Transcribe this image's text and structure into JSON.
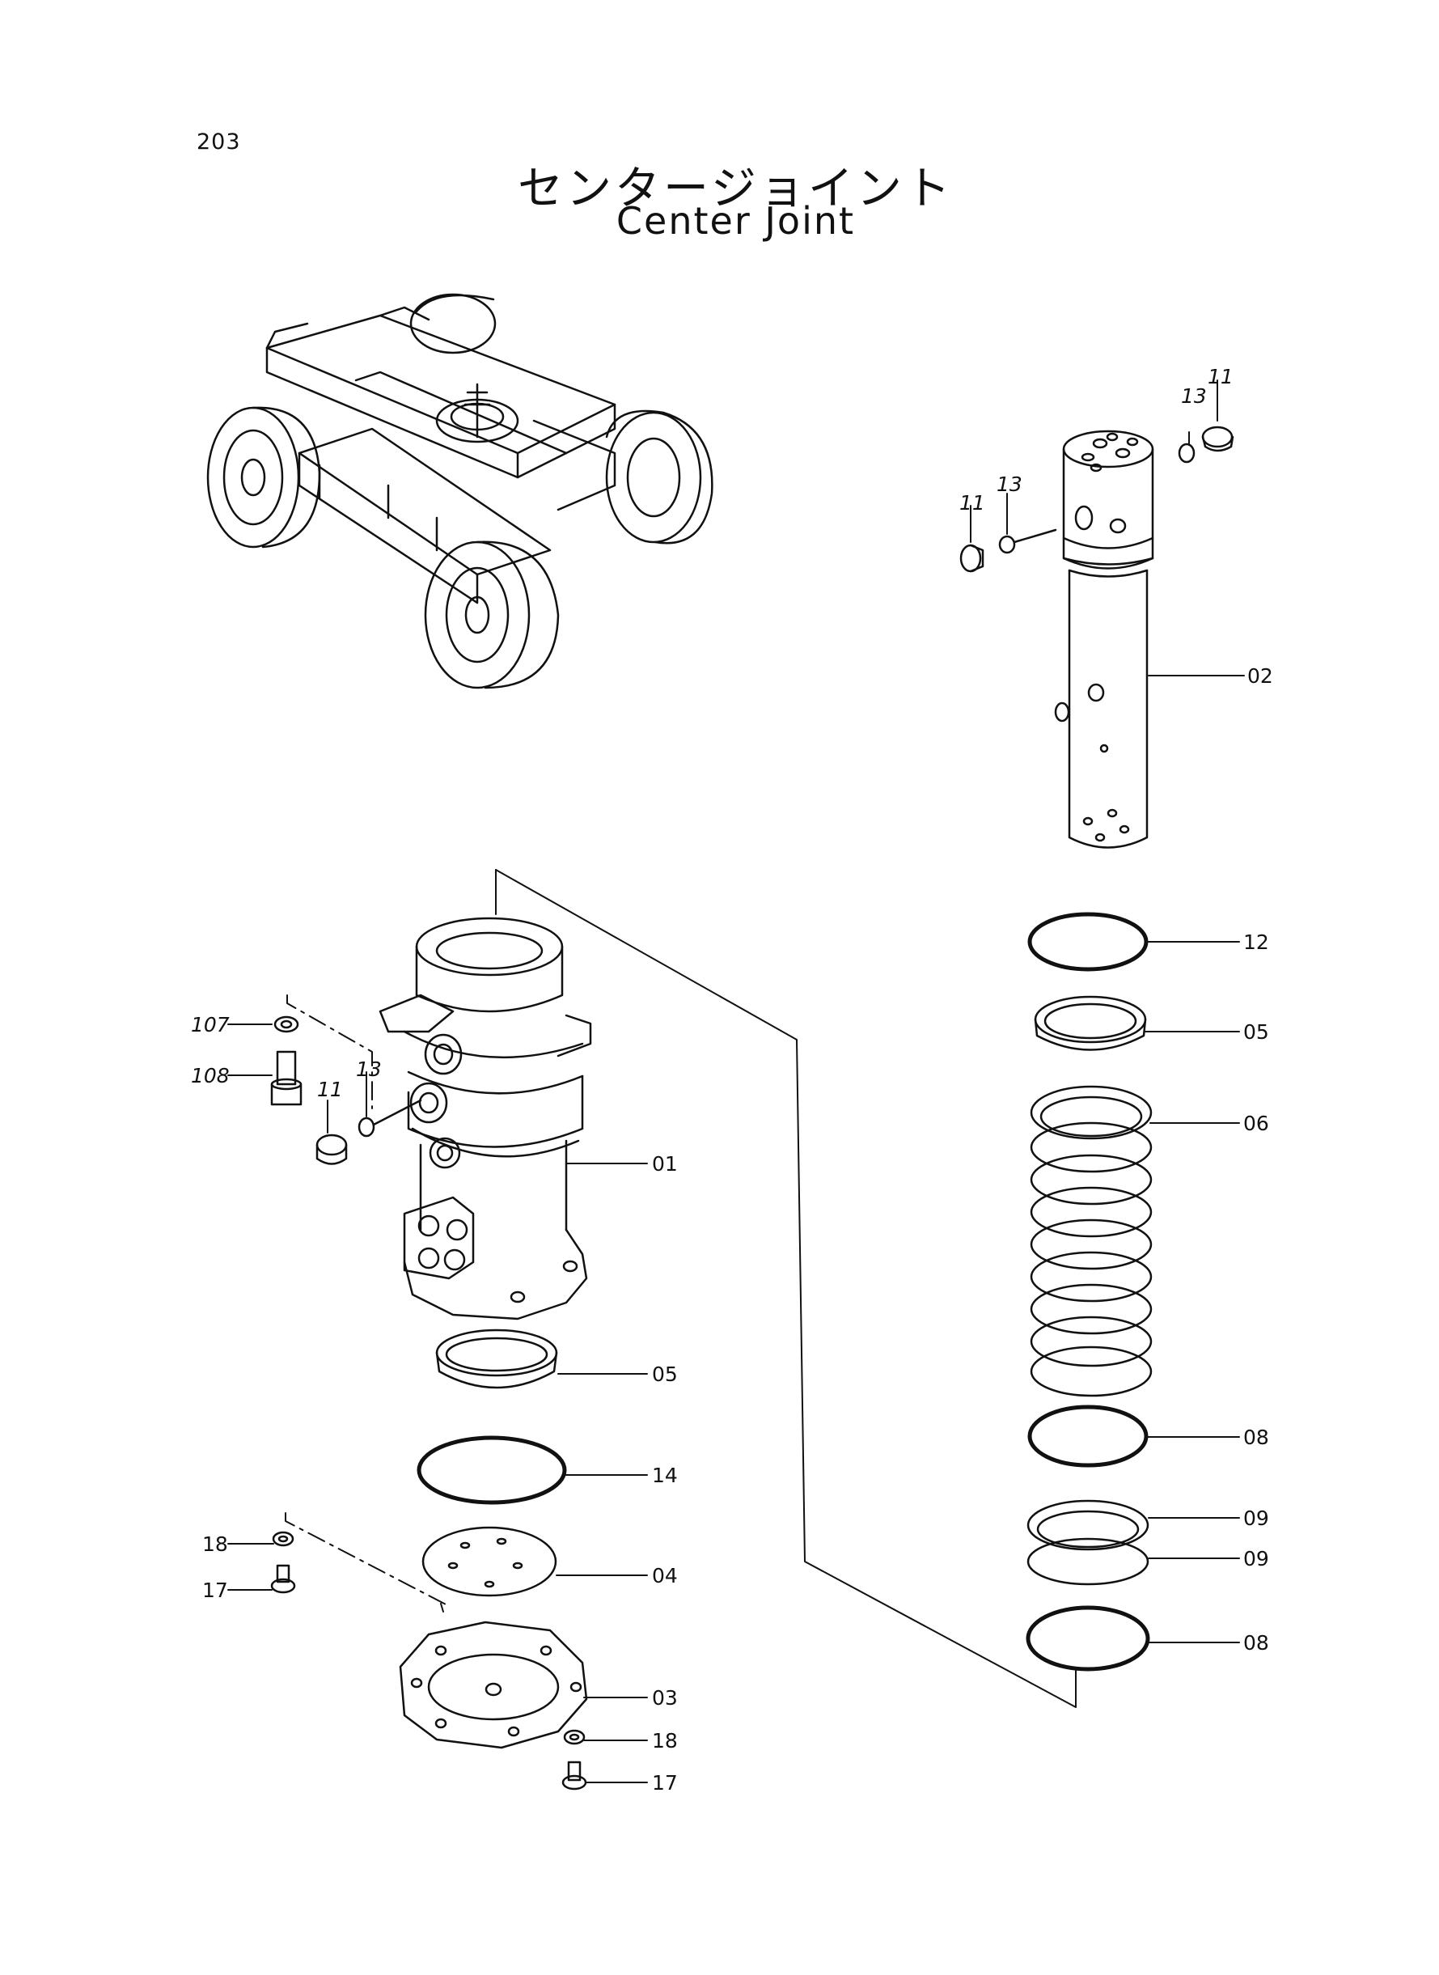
{
  "page_number": "203",
  "title_jp": "センタージョイント",
  "title_en": "Center Joint",
  "labels": {
    "p11a": "11",
    "p13a": "13",
    "p11b": "11",
    "p13b": "13",
    "p02": "02",
    "p12": "12",
    "p05a": "05",
    "p06": "06",
    "p08a": "08",
    "p09a": "09",
    "p09b": "09",
    "p08b": "08",
    "p107": "107",
    "p108": "108",
    "p11c": "11",
    "p13c": "13",
    "p01": "01",
    "p05b": "05",
    "p14": "14",
    "p18a": "18",
    "p17a": "17",
    "p04": "04",
    "p03": "03",
    "p18b": "18",
    "p17b": "17"
  },
  "colors": {
    "ink": "#111111",
    "paper": "#ffffff"
  }
}
